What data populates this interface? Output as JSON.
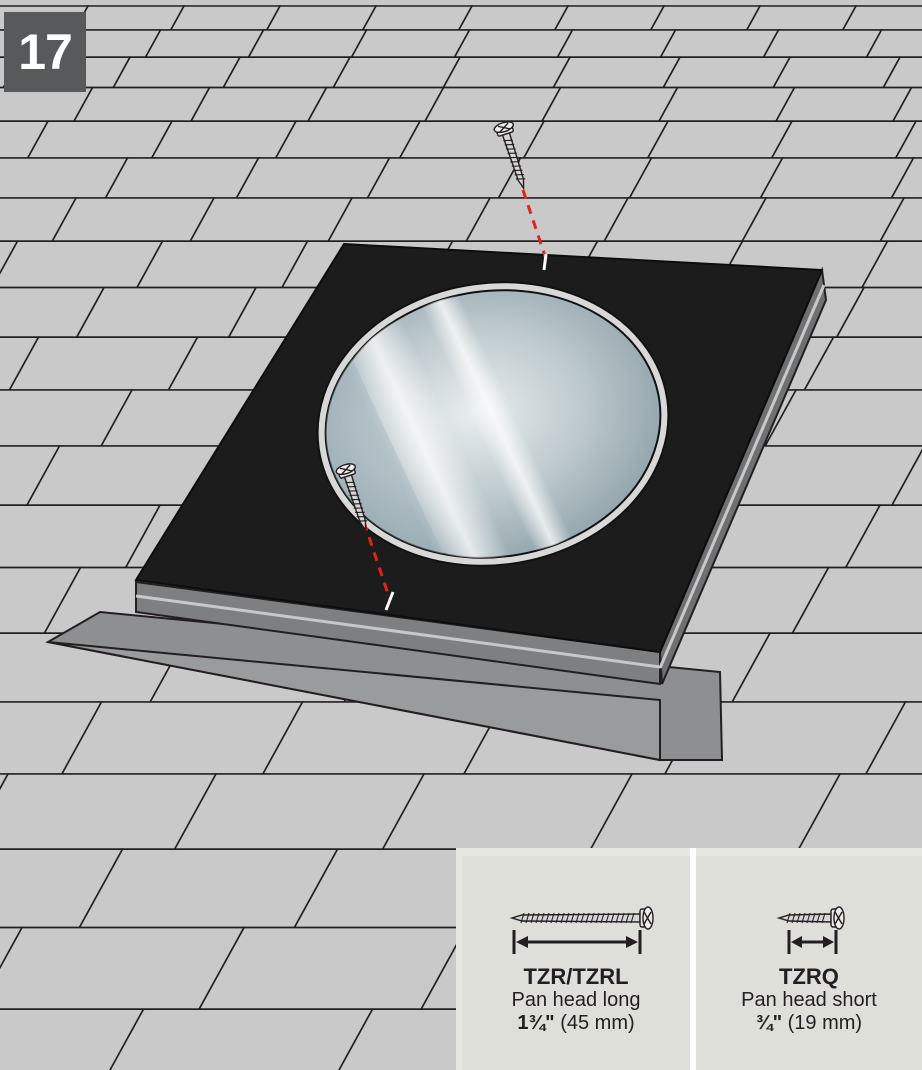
{
  "step_number": "17",
  "legend": [
    {
      "model": "TZR/TZRL",
      "description": "Pan head long",
      "length_imperial": "1¾\"",
      "length_metric": "(45 mm)"
    },
    {
      "model": "TZRQ",
      "description": "Pan head short",
      "length_imperial": "¾\"",
      "length_metric": "(19 mm)"
    }
  ],
  "colors": {
    "shingle": "#c9c9c9",
    "shingle_outline": "#231f20",
    "flashing": "#1b1b1b",
    "dome_lens": "#b9c7cc",
    "screw_guide": "#e2231a",
    "legend_panel": "#dfdfda",
    "badge": "#58595b"
  }
}
